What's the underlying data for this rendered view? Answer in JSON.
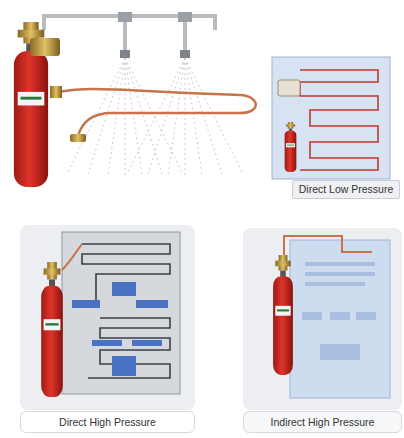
{
  "diagram": {
    "nodes": [
      {
        "text": [
          "Direct Low Pressure"
        ]
      },
      {
        "text": [
          "Direct High Pressure"
        ]
      },
      {
        "text": [
          "Indirect High Pressure"
        ]
      }
    ]
  }
}
